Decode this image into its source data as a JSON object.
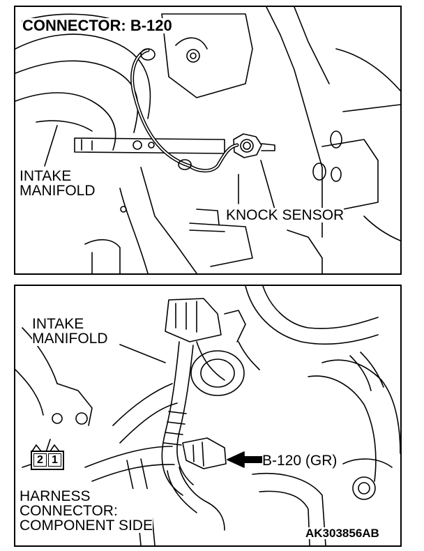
{
  "top": {
    "connector_title": "CONNECTOR: B-120",
    "intake_manifold": "INTAKE\nMANIFOLD",
    "knock_sensor": "KNOCK SENSOR"
  },
  "bottom": {
    "intake_manifold": "INTAKE\nMANIFOLD",
    "connector_callout": "B-120 (GR)",
    "pin_left": "2",
    "pin_right": "1",
    "harness_caption": "HARNESS\nCONNECTOR:\nCOMPONENT SIDE",
    "figure_code": "AK303856AB"
  }
}
